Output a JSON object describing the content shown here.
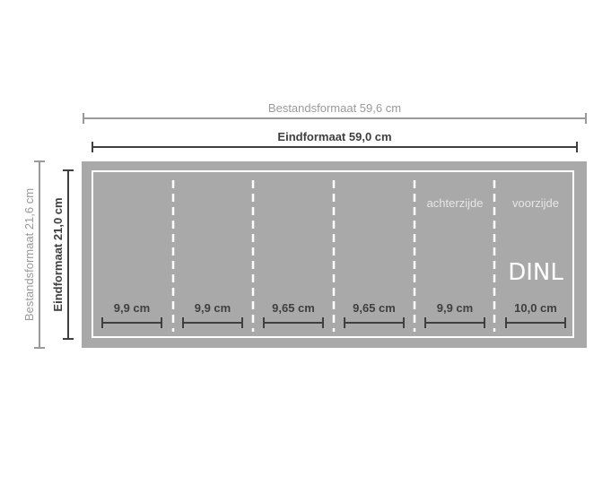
{
  "dimensions": {
    "bleed_width_label": "Bestandsformaat 59,6 cm",
    "final_width_label": "Eindformaat 59,0 cm",
    "bleed_height_label": "Bestandsformaat 21,6 cm",
    "final_height_label": "Eindformaat 21,0 cm"
  },
  "panels": [
    {
      "width_label": "9,9 cm"
    },
    {
      "width_label": "9,9 cm"
    },
    {
      "width_label": "9,65 cm"
    },
    {
      "width_label": "9,65 cm"
    },
    {
      "width_label": "9,9 cm",
      "side_label": "achterzijde"
    },
    {
      "width_label": "10,0 cm",
      "side_label": "voorzijde",
      "brand_label": "DINL"
    }
  ],
  "colors": {
    "sheet": "#aaa9aa",
    "trim_line": "#ffffff",
    "bleed_dimension": "#9a9a9a",
    "final_dimension": "#3f3f3f"
  }
}
